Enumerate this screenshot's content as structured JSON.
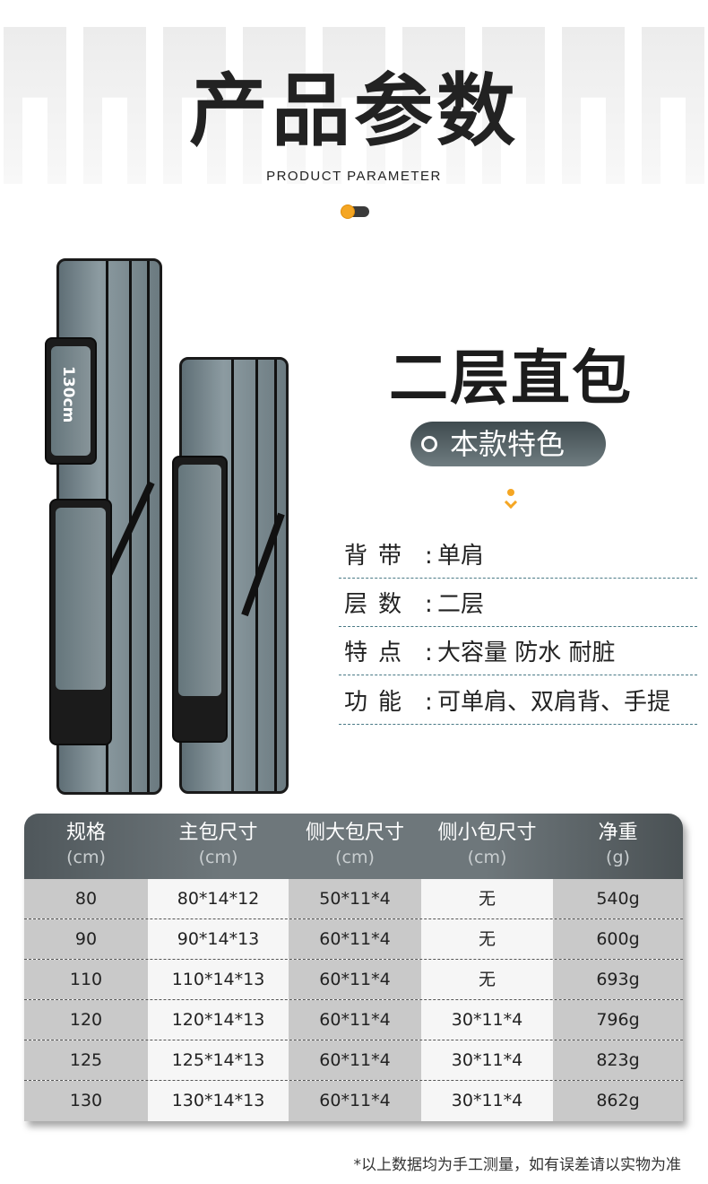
{
  "header": {
    "bg_word": "PARAMETER",
    "title": "产品参数",
    "subtitle": "PRODUCT PARAMETER"
  },
  "product": {
    "name": "二层直包",
    "feature_badge": "本款特色",
    "bag_label": "130cm",
    "accent": "#f5a623"
  },
  "specs": [
    {
      "key": "背带",
      "value": "单肩"
    },
    {
      "key": "层数",
      "value": "二层"
    },
    {
      "key": "特点",
      "value": "大容量 防水 耐脏"
    },
    {
      "key": "功能",
      "value": "可单肩、双肩背、手提"
    }
  ],
  "table": {
    "headers": [
      {
        "label": "规格",
        "unit": "(cm)"
      },
      {
        "label": "主包尺寸",
        "unit": "(cm)"
      },
      {
        "label": "侧大包尺寸",
        "unit": "(cm)"
      },
      {
        "label": "侧小包尺寸",
        "unit": "(cm)"
      },
      {
        "label": "净重",
        "unit": "(g)"
      }
    ],
    "rows": [
      [
        "80",
        "80*14*12",
        "50*11*4",
        "无",
        "540g"
      ],
      [
        "90",
        "90*14*13",
        "60*11*4",
        "无",
        "600g"
      ],
      [
        "110",
        "110*14*13",
        "60*11*4",
        "无",
        "693g"
      ],
      [
        "120",
        "120*14*13",
        "60*11*4",
        "30*11*4",
        "796g"
      ],
      [
        "125",
        "125*14*13",
        "60*11*4",
        "30*11*4",
        "823g"
      ],
      [
        "130",
        "130*14*13",
        "60*11*4",
        "30*11*4",
        "862g"
      ]
    ]
  },
  "note": "*以上数据均为手工测量，如有误差请以实物为准"
}
